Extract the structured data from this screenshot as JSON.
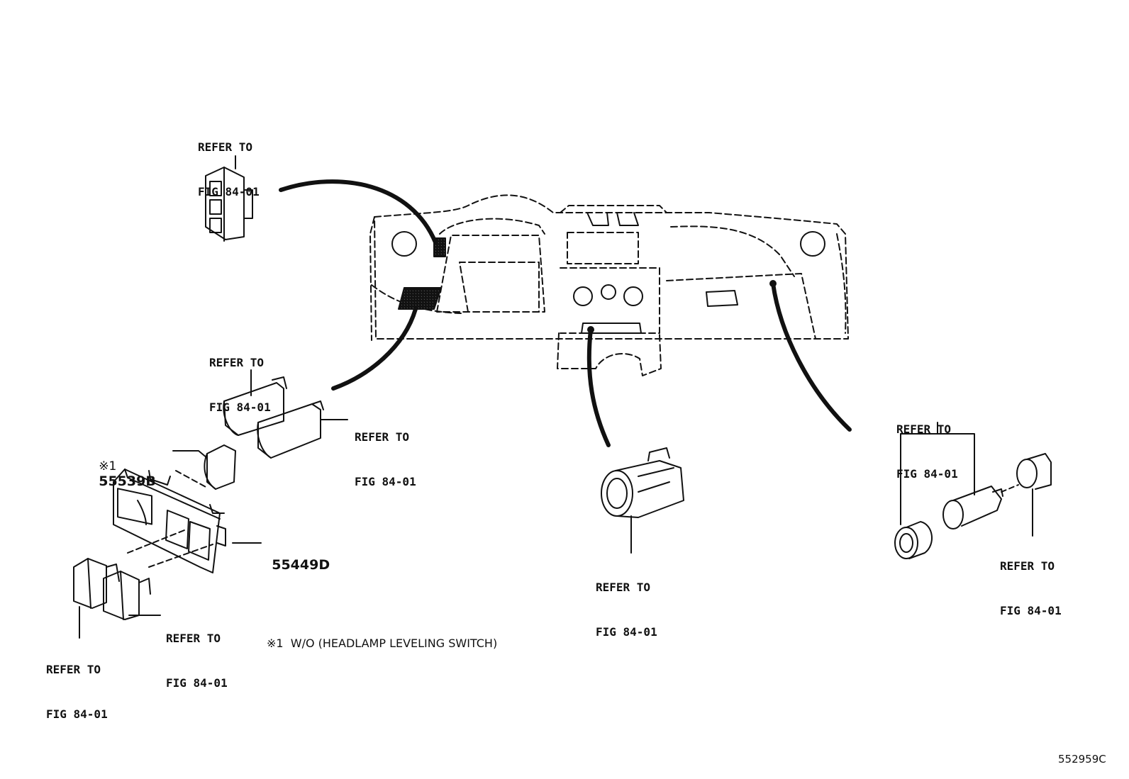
{
  "refer_labels": [
    {
      "line1": "REFER TO",
      "line2": "FIG 84-01"
    },
    {
      "line1": "REFER TO",
      "line2": "FIG 84-01"
    },
    {
      "line1": "REFER TO",
      "line2": "FIG 84-01"
    },
    {
      "line1": "REFER TO",
      "line2": "FIG 84-01"
    },
    {
      "line1": "REFER TO",
      "line2": "FIG 84-01"
    },
    {
      "line1": "REFER TO",
      "line2": "FIG 84-01"
    },
    {
      "line1": "REFER TO",
      "line2": "FIG 84-01"
    },
    {
      "line1": "REFER TO",
      "line2": "FIG 84-01"
    }
  ],
  "parts": {
    "part_55539B": {
      "mark": "※1",
      "number": "55539B"
    },
    "part_55449D": {
      "number": "55449D"
    }
  },
  "footnote": "※1  W/O (HEADLAMP LEVELING SWITCH)",
  "diagram_id": "552959C"
}
